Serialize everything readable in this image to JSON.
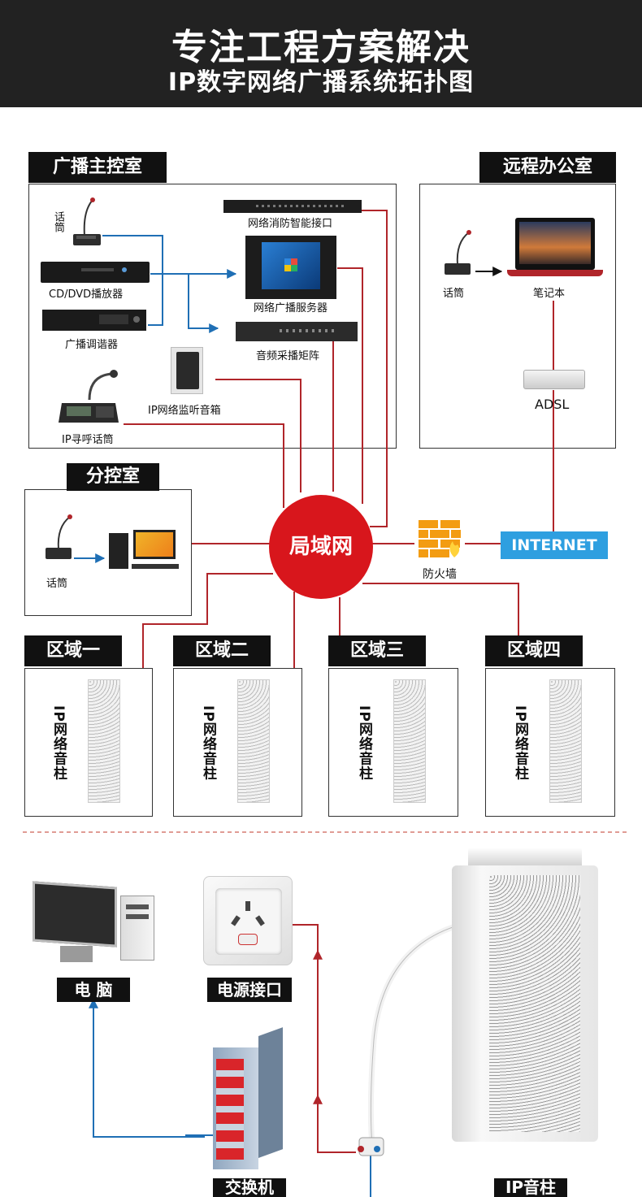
{
  "header": {
    "title": "专注工程方案解决",
    "subtitle": "IP数字网络广播系统拓扑图"
  },
  "rooms": {
    "main_control": "广播主控室",
    "remote_office": "远程办公室",
    "sub_control": "分控室"
  },
  "devices": {
    "mic": "话筒",
    "cd_player": "CD/DVD播放器",
    "tuner": "广播调谐器",
    "ip_paging_mic": "IP寻呼话筒",
    "ip_monitor_speaker": "IP网络监听音箱",
    "fire_interface": "网络消防智能接口",
    "broadcast_server": "网络广播服务器",
    "audio_matrix": "音频采播矩阵",
    "laptop": "笔记本",
    "remote_mic": "话筒",
    "adsl": "ADSL",
    "sub_mic": "话筒",
    "lan": "局域网",
    "firewall": "防火墙",
    "internet": "INTERNET"
  },
  "zones": [
    {
      "name": "区域一",
      "speaker": "IP网络音柱"
    },
    {
      "name": "区域二",
      "speaker": "IP网络音柱"
    },
    {
      "name": "区域三",
      "speaker": "IP网络音柱"
    },
    {
      "name": "区域四",
      "speaker": "IP网络音柱"
    }
  ],
  "bottom": {
    "computer": "电  脑",
    "power": "电源接口",
    "switch": "交换机",
    "ip_speaker": "IP音柱"
  },
  "colors": {
    "line_red": "#b0252a",
    "line_blue": "#1f6fb5",
    "hub_red": "#d8161c",
    "internet_blue": "#2e9fe0"
  }
}
